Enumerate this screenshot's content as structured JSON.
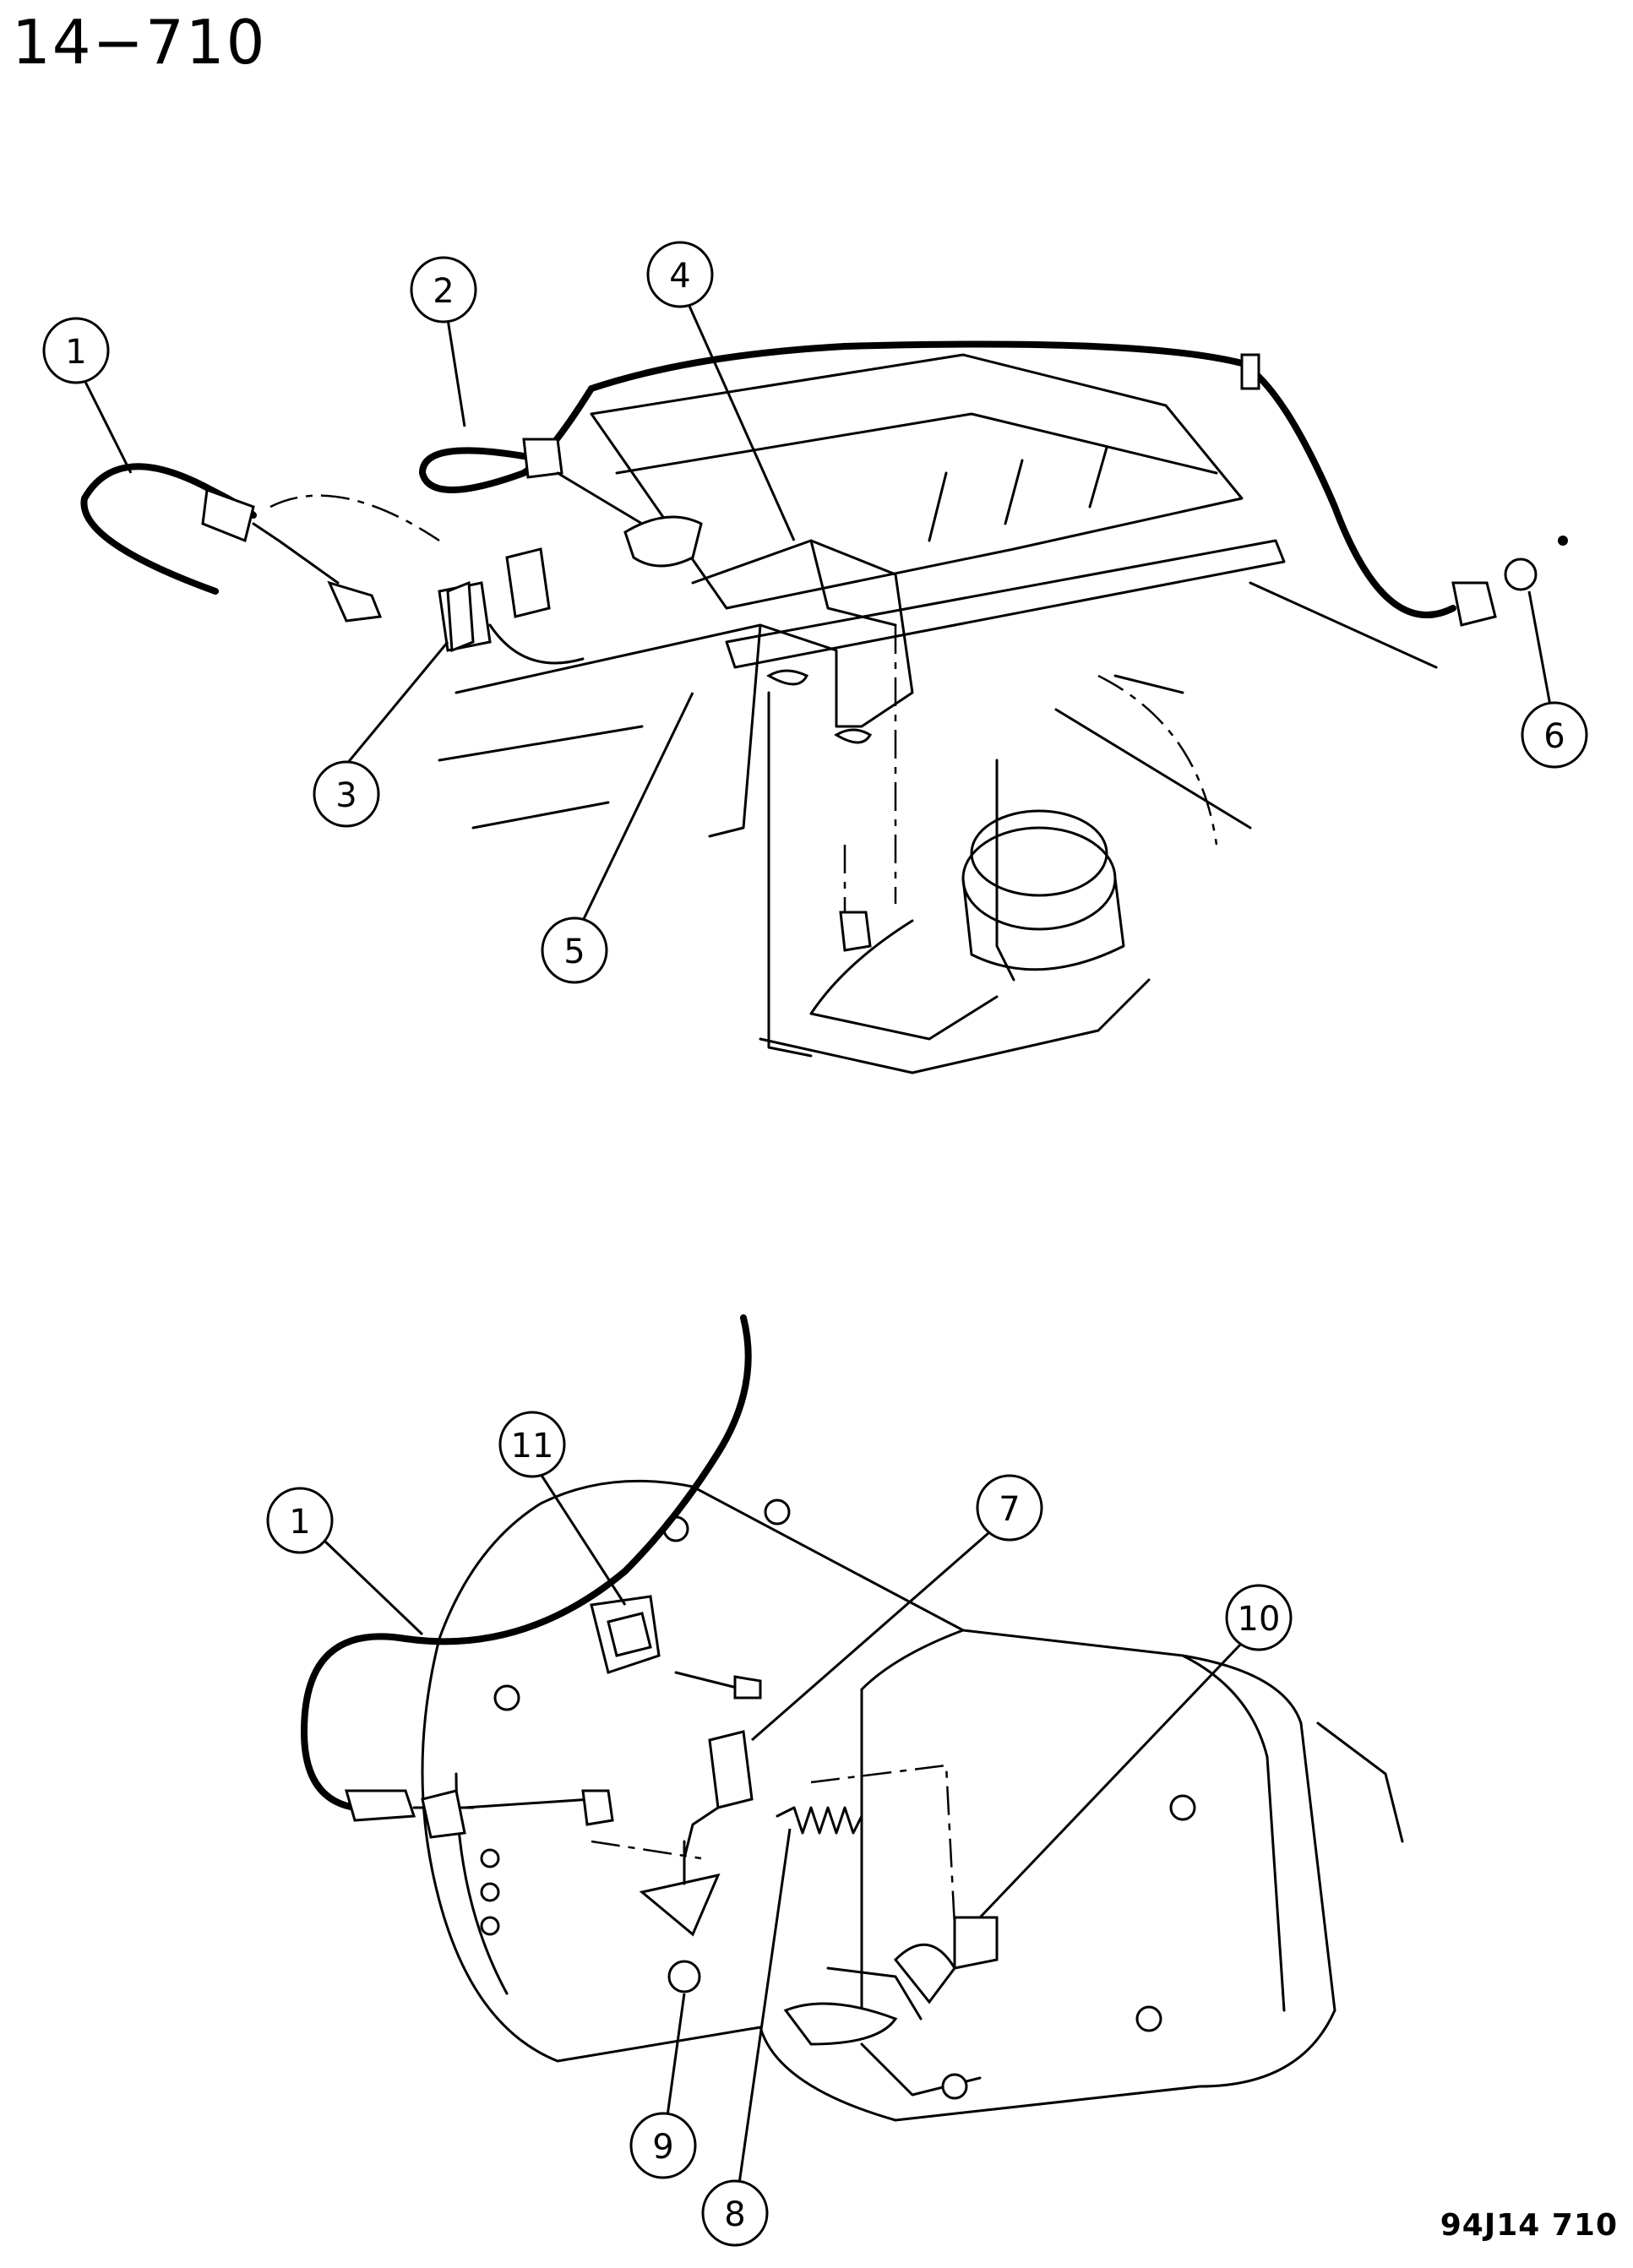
{
  "page": {
    "number": "14−710",
    "drawing_code": "94J14  710"
  },
  "callouts": {
    "c1_top": "1",
    "c2": "2",
    "c3": "3",
    "c4": "4",
    "c5": "5",
    "c6": "6",
    "c1_bottom": "1",
    "c7": "7",
    "c8": "8",
    "c9": "9",
    "c10": "10",
    "c11": "11"
  }
}
